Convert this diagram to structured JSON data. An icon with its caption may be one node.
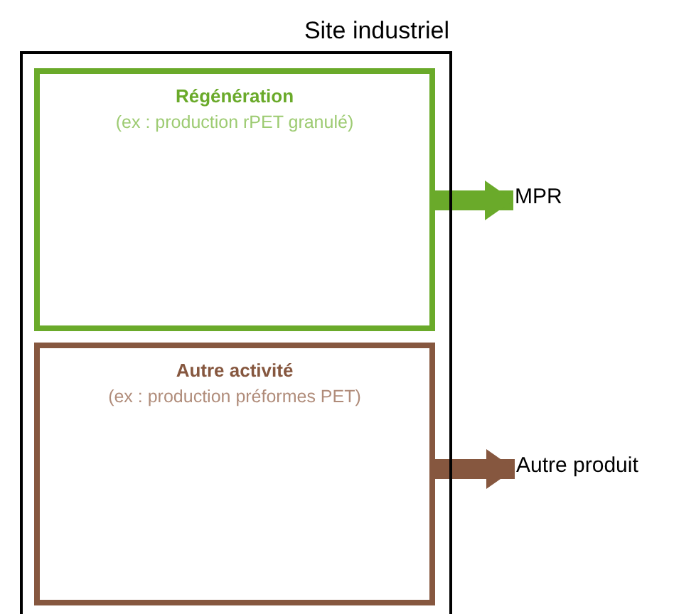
{
  "diagram": {
    "nodes": [
      {
        "text": [
          "Site industriel"
        ]
      },
      {
        "text": [
          "Régénération",
          "(ex : production rPET granulé)"
        ],
        "in": 0
      },
      {
        "text": [
          "Autre activité",
          "(ex : production préformes PET)"
        ],
        "in": 0
      },
      {
        "text": [
          "MPR"
        ]
      },
      {
        "text": [
          "Autre produit"
        ]
      }
    ],
    "edges": [
      {
        "from": 1,
        "to": 3,
        "arrow": "to",
        "color": "#6aaa2a"
      },
      {
        "from": 2,
        "to": 4,
        "arrow": "to",
        "color": "#86573f"
      }
    ]
  }
}
